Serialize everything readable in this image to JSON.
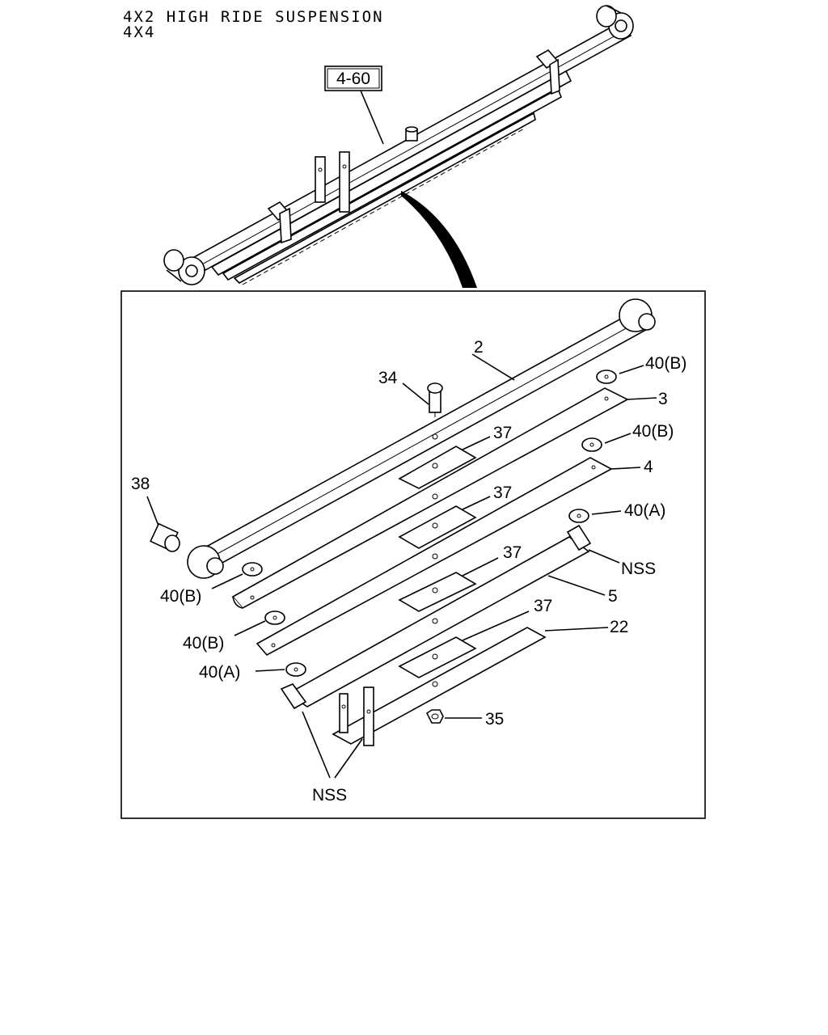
{
  "header": {
    "line1": "4X2 HIGH RIDE SUSPENSION",
    "line2": "4X4"
  },
  "assembly": {
    "ref_label": "4-60"
  },
  "callouts": {
    "c2": "2",
    "c3": "3",
    "c4": "4",
    "c5": "5",
    "c22": "22",
    "c34": "34",
    "c35": "35",
    "c37a": "37",
    "c37b": "37",
    "c37c": "37",
    "c37d": "37",
    "c38": "38",
    "c40b_r1": "40(B)",
    "c40b_r2": "40(B)",
    "c40a_r": "40(A)",
    "c40b_l1": "40(B)",
    "c40b_l2": "40(B)",
    "c40a_l": "40(A)",
    "nss_r": "NSS",
    "nss_bottom": "NSS"
  }
}
